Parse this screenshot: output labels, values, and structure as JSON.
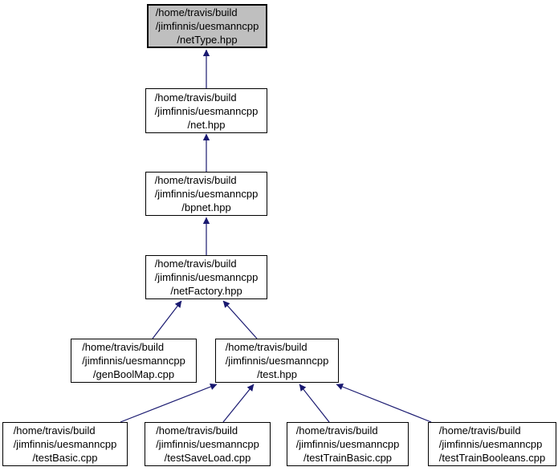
{
  "diagram": {
    "kind": "include-dependency-graph",
    "colors": {
      "background": "#ffffff",
      "node_fill": "#ffffff",
      "highlight_fill": "#bfbfbf",
      "border": "#000000",
      "arrow": "#191970"
    },
    "nodes": [
      {
        "id": "netType.hpp",
        "highlighted": true,
        "lines": [
          "/home/travis/build",
          "/jimfinnis/uesmanncpp",
          "/netType.hpp"
        ]
      },
      {
        "id": "net.hpp",
        "highlighted": false,
        "lines": [
          "/home/travis/build",
          "/jimfinnis/uesmanncpp",
          "/net.hpp"
        ]
      },
      {
        "id": "bpnet.hpp",
        "highlighted": false,
        "lines": [
          "/home/travis/build",
          "/jimfinnis/uesmanncpp",
          "/bpnet.hpp"
        ]
      },
      {
        "id": "netFactory.hpp",
        "highlighted": false,
        "lines": [
          "/home/travis/build",
          "/jimfinnis/uesmanncpp",
          "/netFactory.hpp"
        ]
      },
      {
        "id": "genBoolMap.cpp",
        "highlighted": false,
        "lines": [
          "/home/travis/build",
          "/jimfinnis/uesmanncpp",
          "/genBoolMap.cpp"
        ]
      },
      {
        "id": "test.hpp",
        "highlighted": false,
        "lines": [
          "/home/travis/build",
          "/jimfinnis/uesmanncpp",
          "/test.hpp"
        ]
      },
      {
        "id": "testBasic.cpp",
        "highlighted": false,
        "lines": [
          "/home/travis/build",
          "/jimfinnis/uesmanncpp",
          "/testBasic.cpp"
        ]
      },
      {
        "id": "testSaveLoad.cpp",
        "highlighted": false,
        "lines": [
          "/home/travis/build",
          "/jimfinnis/uesmanncpp",
          "/testSaveLoad.cpp"
        ]
      },
      {
        "id": "testTrainBasic.cpp",
        "highlighted": false,
        "lines": [
          "/home/travis/build",
          "/jimfinnis/uesmanncpp",
          "/testTrainBasic.cpp"
        ]
      },
      {
        "id": "testTrainBooleans.cpp",
        "highlighted": false,
        "lines": [
          "/home/travis/build",
          "/jimfinnis/uesmanncpp",
          "/testTrainBooleans.cpp"
        ]
      }
    ],
    "edges": [
      {
        "from": "net.hpp",
        "to": "netType.hpp"
      },
      {
        "from": "bpnet.hpp",
        "to": "net.hpp"
      },
      {
        "from": "netFactory.hpp",
        "to": "bpnet.hpp"
      },
      {
        "from": "genBoolMap.cpp",
        "to": "netFactory.hpp"
      },
      {
        "from": "test.hpp",
        "to": "netFactory.hpp"
      },
      {
        "from": "testBasic.cpp",
        "to": "test.hpp"
      },
      {
        "from": "testSaveLoad.cpp",
        "to": "test.hpp"
      },
      {
        "from": "testTrainBasic.cpp",
        "to": "test.hpp"
      },
      {
        "from": "testTrainBooleans.cpp",
        "to": "test.hpp"
      }
    ]
  }
}
